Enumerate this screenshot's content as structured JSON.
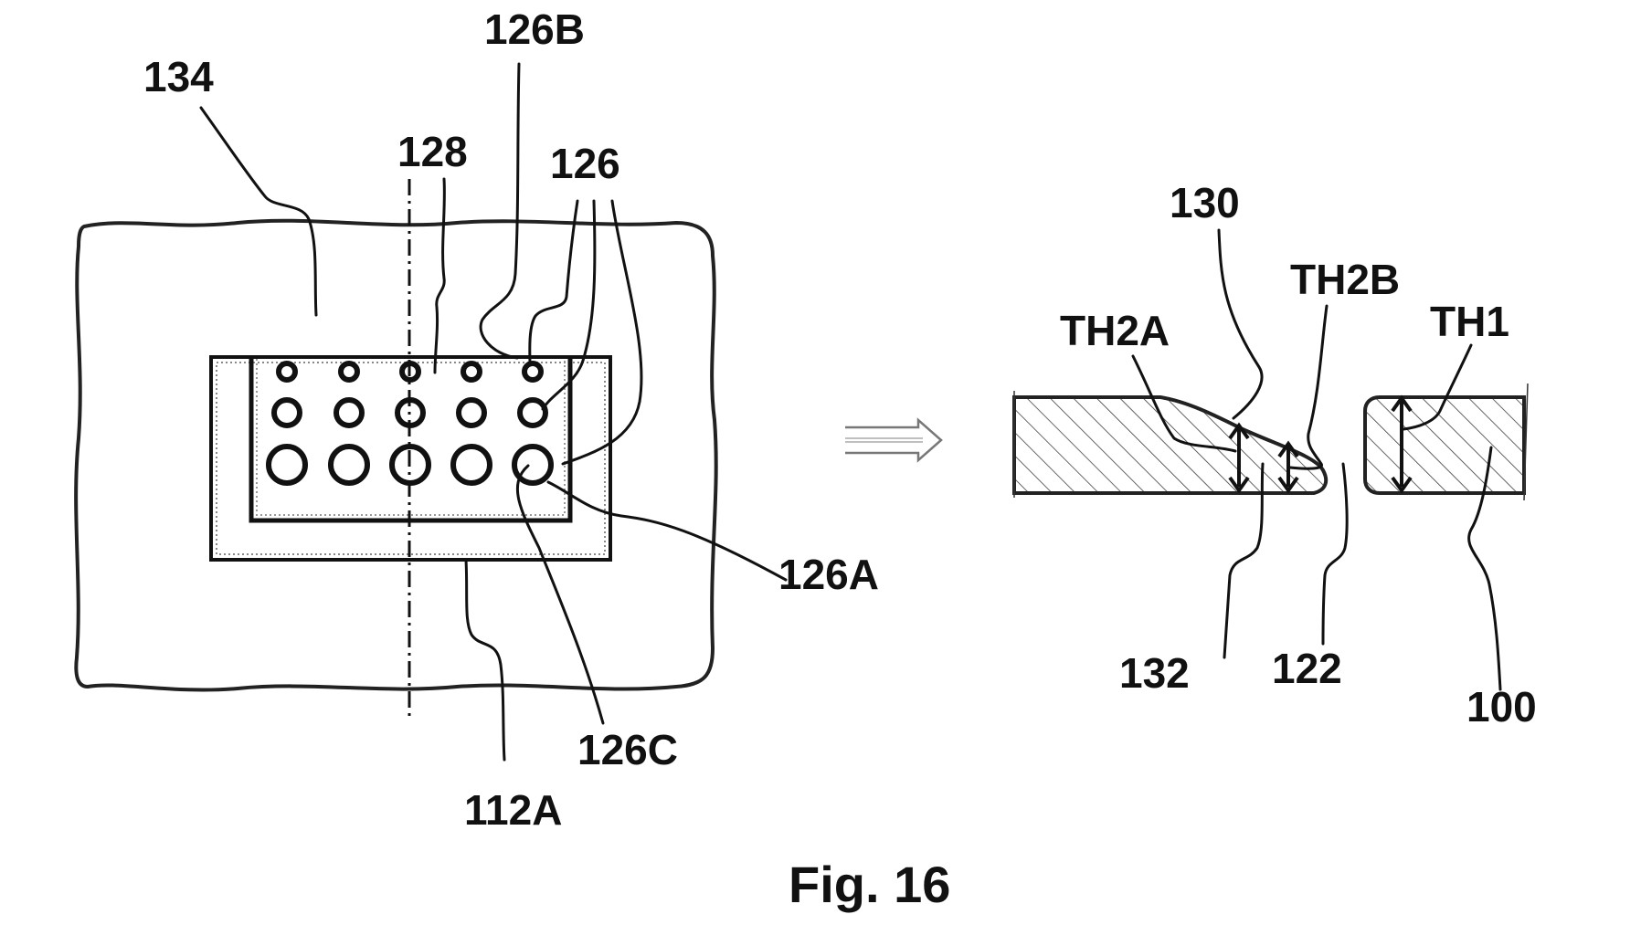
{
  "figure": {
    "caption": "Fig. 16",
    "left_view": {
      "labels": {
        "l134": "134",
        "l126b": "126B",
        "l128": "128",
        "l126": "126",
        "l126a": "126A",
        "l126c": "126C",
        "l112a": "112A"
      },
      "hole_rows": 3,
      "hole_cols": 5
    },
    "right_view": {
      "labels": {
        "l130": "130",
        "lth2a": "TH2A",
        "lth2b": "TH2B",
        "lth1": "TH1",
        "l132": "132",
        "l122": "122",
        "l100": "100"
      }
    },
    "arrow_icon": "hollow-right-arrow-icon"
  }
}
